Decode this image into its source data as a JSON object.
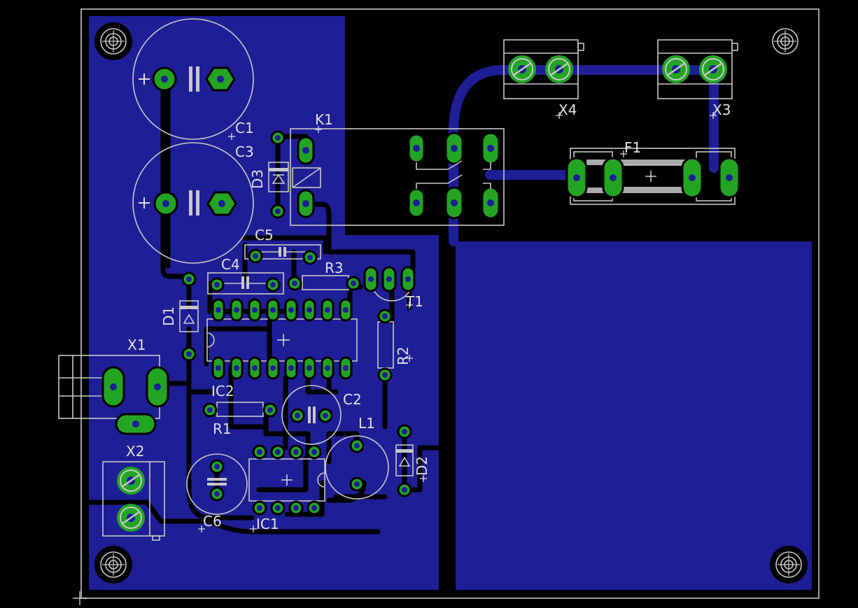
{
  "board": {
    "colors": {
      "background": "#000000",
      "copper_pour": "#1e1e96",
      "pad": "#23a523",
      "silkscreen": "#c8c8c8",
      "board_outline": "#c8c8c8"
    }
  },
  "components": {
    "K1": "K1",
    "C1": "C1",
    "C3": "C3",
    "D3": "D3",
    "C5": "C5",
    "C4": "C4",
    "R3": "R3",
    "T1": "T1",
    "D1": "D1",
    "R2": "R2",
    "X1": "X1",
    "IC2": "IC2",
    "C2": "C2",
    "R1": "R1",
    "L1": "L1",
    "D2": "D2",
    "X2": "X2",
    "C6": "C6",
    "IC1": "IC1",
    "X4": "X4",
    "X3": "X3",
    "F1": "F1"
  }
}
